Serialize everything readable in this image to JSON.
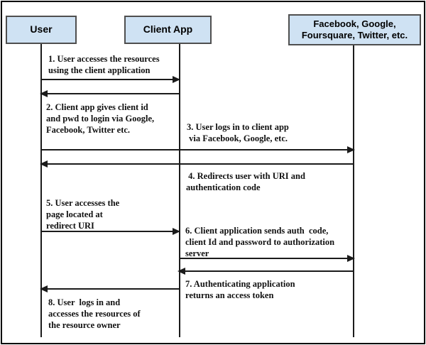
{
  "actors": [
    {
      "name": "User"
    },
    {
      "name": "Client App"
    },
    {
      "name": "Facebook, Google,\nFoursquare, Twitter, etc."
    }
  ],
  "messages": [
    {
      "num": 1,
      "from": "User",
      "to": "Client App",
      "text": "1. User accesses the resources\nusing the client application"
    },
    {
      "num": 2,
      "from": "Client App",
      "to": "User",
      "text": "2. Client app gives client id\nand pwd to login via Google,\nFacebook, Twitter etc."
    },
    {
      "num": 3,
      "from": "User",
      "to": "Facebook, Google, Foursquare, Twitter, etc.",
      "text": "3. User logs in to client app\n via Facebook, Google, etc."
    },
    {
      "num": 4,
      "from": "Facebook, Google, Foursquare, Twitter, etc.",
      "to": "User",
      "text": " 4. Redirects user with URI and\nauthentication code"
    },
    {
      "num": 5,
      "from": "User",
      "to": "Client App",
      "text": "5. User accesses the\npage located at\nredirect URI"
    },
    {
      "num": 6,
      "from": "Client App",
      "to": "Facebook, Google, Foursquare, Twitter, etc.",
      "text": "6. Client application sends auth  code,\nclient Id and password to authorization\nserver"
    },
    {
      "num": 7,
      "from": "Facebook, Google, Foursquare, Twitter, etc.",
      "to": "Client App",
      "text": "7. Authenticating application\nreturns an access token"
    },
    {
      "num": 8,
      "from": "Client App",
      "to": "User",
      "text": "8. User  logs in and\naccesses the resources of\nthe resource owner"
    }
  ],
  "colors": {
    "background": "#ffffff",
    "actor_fill": "#cfe2f3",
    "actor_border": "#4f4f4f",
    "line": "#1b1b1b"
  }
}
